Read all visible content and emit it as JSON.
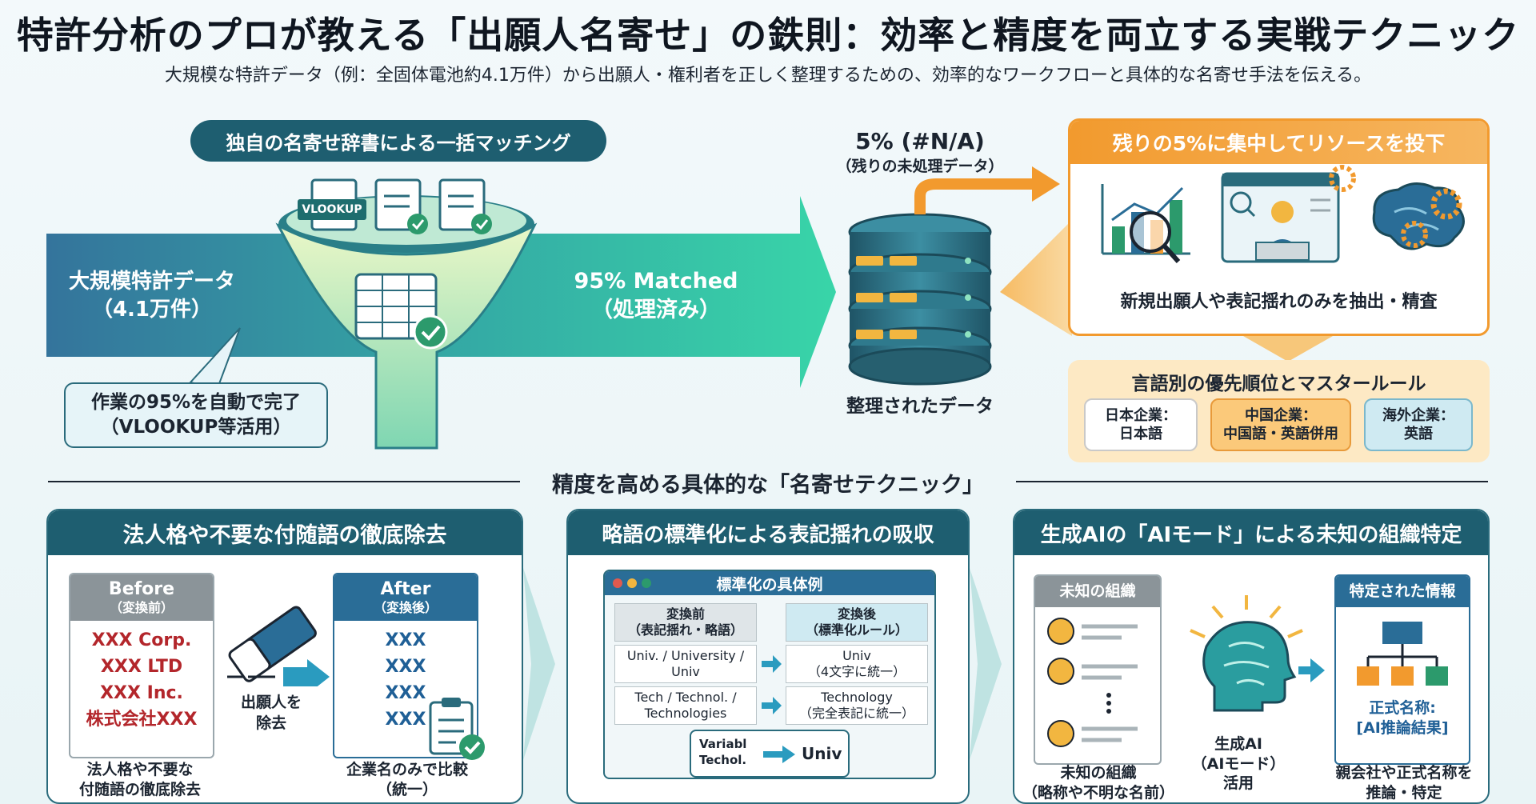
{
  "header": {
    "title": "特許分析のプロが教える「出願人名寄せ」の鉄則：効率と精度を両立する実戦テクニック",
    "subtitle": "大規模な特許データ（例：全固体電池約4.1万件）から出願人・権利者を正しく整理するための、効率的なワークフローと具体的な名寄せ手法を伝える。"
  },
  "flow": {
    "dictionary_pill": "独自の名寄せ辞書による一括マッチング",
    "vlookup_tag": "VLOOKUP",
    "input_label_1": "大規模特許データ",
    "input_label_2": "（4.1万件）",
    "callout_1": "作業の95%を自動で完了",
    "callout_2": "（VLOOKUP等活用）",
    "matched_1": "95% Matched",
    "matched_2": "（処理済み）",
    "na_1": "5% (#N/A)",
    "na_2": "（残りの未処理データ）",
    "db_label": "整理されたデータ"
  },
  "resource_panel": {
    "title": "残りの5%に集中してリソースを投下",
    "caption": "新規出願人や表記揺れのみを抽出・精査"
  },
  "language_panel": {
    "title": "言語別の優先順位とマスタールール",
    "items": [
      {
        "line1": "日本企業：",
        "line2": "日本語"
      },
      {
        "line1": "中国企業：",
        "line2": "中国語・英語併用"
      },
      {
        "line1": "海外企業：",
        "line2": "英語"
      }
    ]
  },
  "divider": {
    "label": "精度を高める具体的な「名寄せテクニック」"
  },
  "card1": {
    "title": "法人格や不要な付随語の徹底除去",
    "before_title": "Before",
    "before_sub": "（変換前）",
    "before_items": [
      "XXX Corp.",
      "XXX LTD",
      "XXX Inc.",
      "株式会社XXX"
    ],
    "after_title": "After",
    "after_sub": "（変換後）",
    "after_items": [
      "XXX",
      "XXX",
      "XXX",
      "XXX"
    ],
    "erase_label_1": "出願人を",
    "erase_label_2": "除去",
    "caption_left_1": "法人格や不要な",
    "caption_left_2": "付随語の徹底除去",
    "caption_right_1": "企業名のみで比較",
    "caption_right_2": "（統一）"
  },
  "card2": {
    "title": "略語の標準化による表記揺れの吸収",
    "window_title": "標準化の具体例",
    "col_before_1": "変換前",
    "col_before_2": "（表記揺れ・略語）",
    "col_after_1": "変換後",
    "col_after_2": "（標準化ルール）",
    "rows": [
      {
        "before_1": "Univ. / University /",
        "before_2": "Univ",
        "after_1": "Univ",
        "after_2": "（4文字に統一）"
      },
      {
        "before_1": "Tech / Technol. /",
        "before_2": "Technologies",
        "after_1": "Technology",
        "after_2": "（完全表記に統一）"
      }
    ],
    "variant_1": "Variabl",
    "variant_2": "Techol.",
    "variant_result": "Univ"
  },
  "card3": {
    "title": "生成AIの「AIモード」による未知の組織特定",
    "unknown_title": "未知の組織",
    "found_title": "特定された情報",
    "ai_label_1": "生成AI",
    "ai_label_2": "（AIモード）",
    "ai_label_3": "活用",
    "formal_1": "正式名称:",
    "formal_2": "[AI推論結果]",
    "caption_left_1": "未知の組織",
    "caption_left_2": "（略称や不明な名前）",
    "caption_right_1": "親会社や正式名称を",
    "caption_right_2": "推論・特定"
  },
  "colors": {
    "teal_dark": "#1e5e70",
    "teal_green": "#2fc9a0",
    "orange": "#f29a2e",
    "red": "#b3262b",
    "blue": "#1f5f96"
  }
}
